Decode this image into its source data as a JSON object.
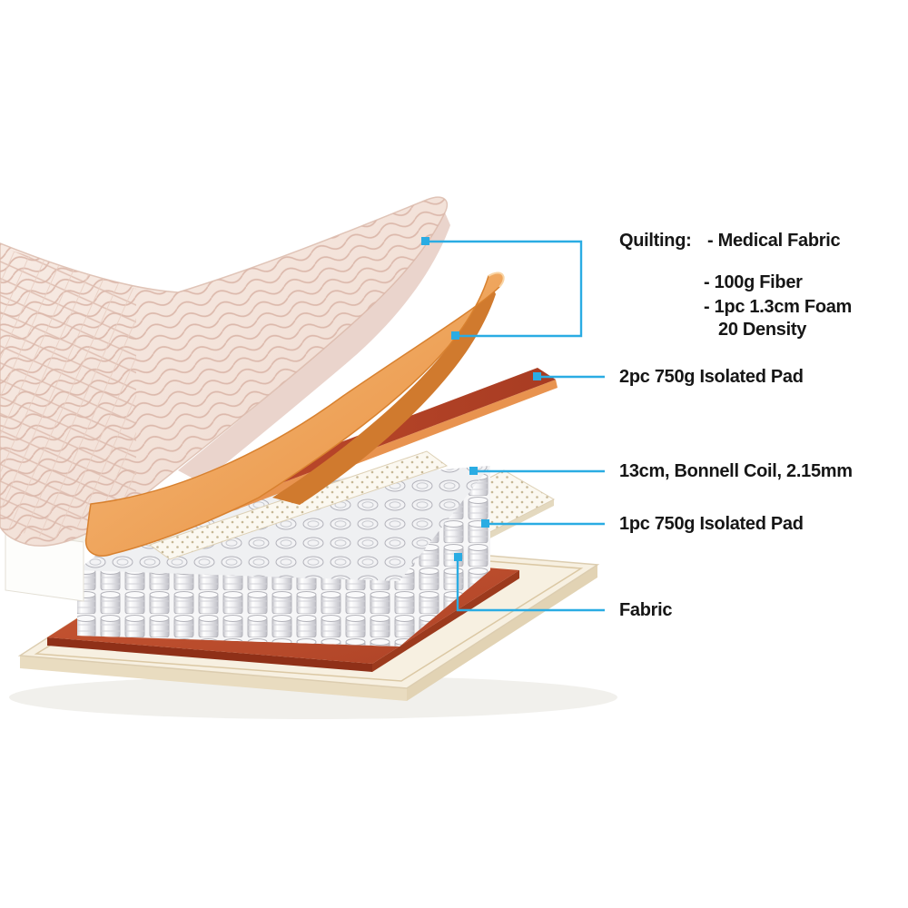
{
  "palette": {
    "accent_blue": "#2aace3",
    "quilt_pink": "#f4e4da",
    "foam_orange": "#f0a35a",
    "pad_red": "#b5432a",
    "base_red": "#bf4b2b",
    "base_cream": "#f7f0e1",
    "coil_gray": "#ededf0"
  },
  "callouts": {
    "quilting": {
      "heading": "Quilting:",
      "items": [
        "- Medical Fabric",
        "- 100g Fiber",
        "- 1pc 1.3cm Foam",
        "20 Density"
      ]
    },
    "pad_2pc": {
      "label": "2pc 750g Isolated Pad"
    },
    "bonnell": {
      "label": "13cm, Bonnell Coil, 2.15mm"
    },
    "pad_1pc": {
      "label": "1pc 750g Isolated Pad"
    },
    "fabric": {
      "label": "Fabric"
    }
  }
}
